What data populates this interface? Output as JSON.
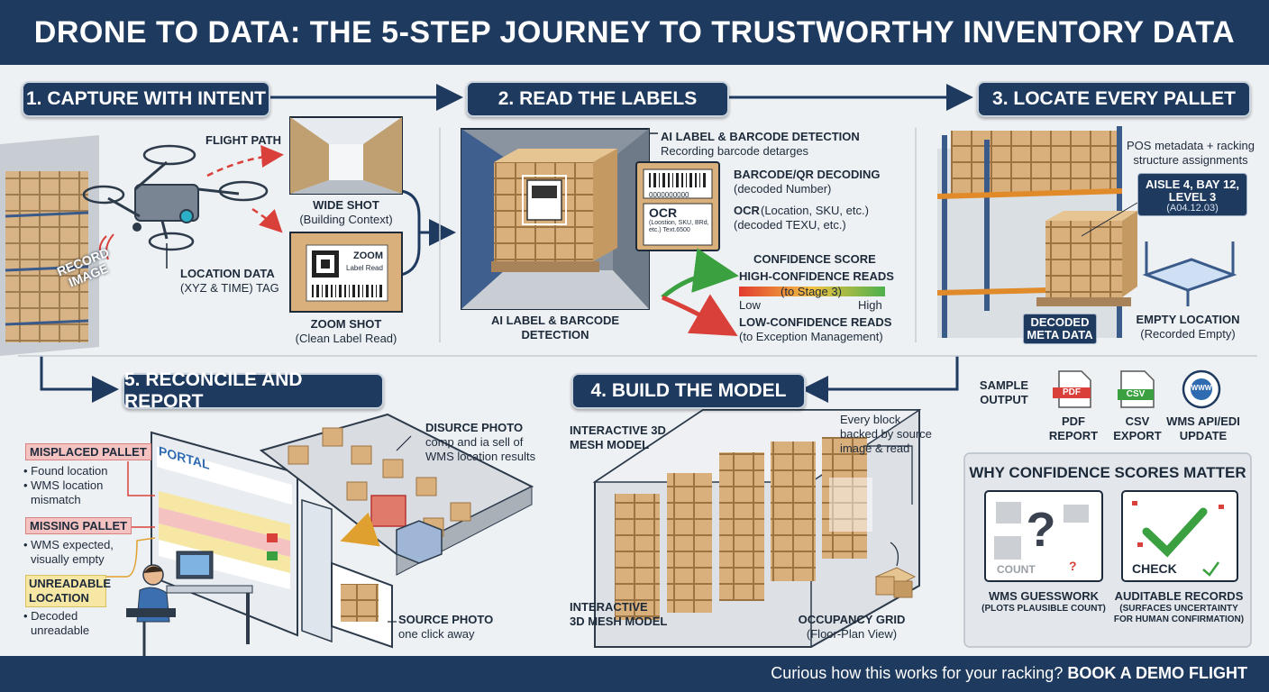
{
  "title": "DRONE TO DATA: THE 5-STEP JOURNEY TO TRUSTWORTHY INVENTORY DATA",
  "stages": {
    "s1": "1. CAPTURE WITH INTENT",
    "s2": "2. READ THE LABELS",
    "s3": "3. LOCATE EVERY PALLET",
    "s4": "4. BUILD THE MODEL",
    "s5": "5. RECONCILE AND REPORT"
  },
  "capture": {
    "flight_path": "FLIGHT PATH",
    "record_image": "RECORD IMAGE",
    "location_title": "LOCATION DATA",
    "location_sub": "(XYZ & TIME) TAG",
    "wide_title": "WIDE SHOT",
    "wide_sub": "(Building Context)",
    "zoom_title": "ZOOM SHOT",
    "zoom_sub": "(Clean Label Read)",
    "zoom_card_title": "ZOOM",
    "zoom_card_sub": "Label Read"
  },
  "read": {
    "detect_title": "AI LABEL & BARCODE DETECTION",
    "detect_sub": "Recording barcode detarges",
    "barcode_title": "BARCODE/QR DECODING",
    "barcode_sub": "(decoded Number)",
    "barcode_digits": "0000000000",
    "ocr_title": "OCR",
    "ocr_sub": "(Location, SKU, etc.)",
    "ocr_decoded": "(decoded TEXU, etc.)",
    "ocr_card_lines": "(Loostion, SKU, BRd, etc.) Text.6500",
    "image_caption_1": "AI LABEL & BARCODE",
    "image_caption_2": "DETECTION",
    "confidence_title": "CONFIDENCE SCORE",
    "high_title": "HIGH-CONFIDENCE READS",
    "high_sub": "(to Stage 3)",
    "low_label": "Low",
    "high_label": "High",
    "low_title": "LOW-CONFIDENCE READS",
    "low_sub": "(to Exception Management)"
  },
  "locate": {
    "pos_line1": "POS metadata + racking",
    "pos_line2": "structure assignments",
    "loc_line1": "AISLE 4, BAY 12,",
    "loc_line2": "LEVEL 3",
    "loc_code": "(A04.12.03)",
    "decoded_1": "DECODED",
    "decoded_2": "META DATA",
    "empty_title": "EMPTY LOCATION",
    "empty_sub": "(Recorded Empty)"
  },
  "output": {
    "sample_1": "SAMPLE",
    "sample_2": "OUTPUT",
    "pdf_icon": "PDF",
    "pdf_1": "PDF",
    "pdf_2": "REPORT",
    "csv_icon": "CSV",
    "csv_1": "CSV",
    "csv_2": "EXPORT",
    "api_icon": "WWW",
    "api_1": "WMS API/EDI",
    "api_2": "UPDATE"
  },
  "why": {
    "title": "WHY CONFIDENCE SCORES MATTER",
    "count_word": "COUNT",
    "check_word": "CHECK",
    "left_title": "WMS GUESSWORK",
    "left_sub": "(PLOTS PLAUSIBLE COUNT)",
    "right_title": "AUDITABLE RECORDS",
    "right_sub_1": "(SURFACES UNCERTAINTY",
    "right_sub_2": "FOR HUMAN CONFIRMATION)"
  },
  "model": {
    "mesh_top_1": "INTERACTIVE 3D",
    "mesh_top_2": "MESH MODEL",
    "mesh_bot_1": "INTERACTIVE",
    "mesh_bot_2": "3D MESH MODEL",
    "block_1": "Every block",
    "block_2": "backed by source",
    "block_3": "image & read",
    "grid_title": "OCCUPANCY GRID",
    "grid_sub": "(Floor-Plan View)"
  },
  "reconcile": {
    "portal": "PORTAL",
    "misplaced_title": "MISPLACED PALLET",
    "misplaced_1": "• Found location",
    "misplaced_2": "• WMS location",
    "misplaced_3": "mismatch",
    "missing_title": "MISSING PALLET",
    "missing_1": "• WMS expected,",
    "missing_2": "visually empty",
    "unread_title_1": "UNREADABLE",
    "unread_title_2": "LOCATION",
    "unread_1": "• Decoded",
    "unread_2": "unreadable",
    "disurce_title": "DISURCE PHOTO",
    "disurce_1": "comp and ia sell of",
    "disurce_2": "WMS location results",
    "source_title": "SOURCE PHOTO",
    "source_sub": "one click away"
  },
  "footer": {
    "question": "Curious how this works for your racking?",
    "cta": "BOOK A DEMO FLIGHT"
  },
  "colors": {
    "navy": "#1f3a5f",
    "red": "#d9403a",
    "green": "#3aa040",
    "yellow": "#f3d36a",
    "box": "#d9b07c"
  }
}
